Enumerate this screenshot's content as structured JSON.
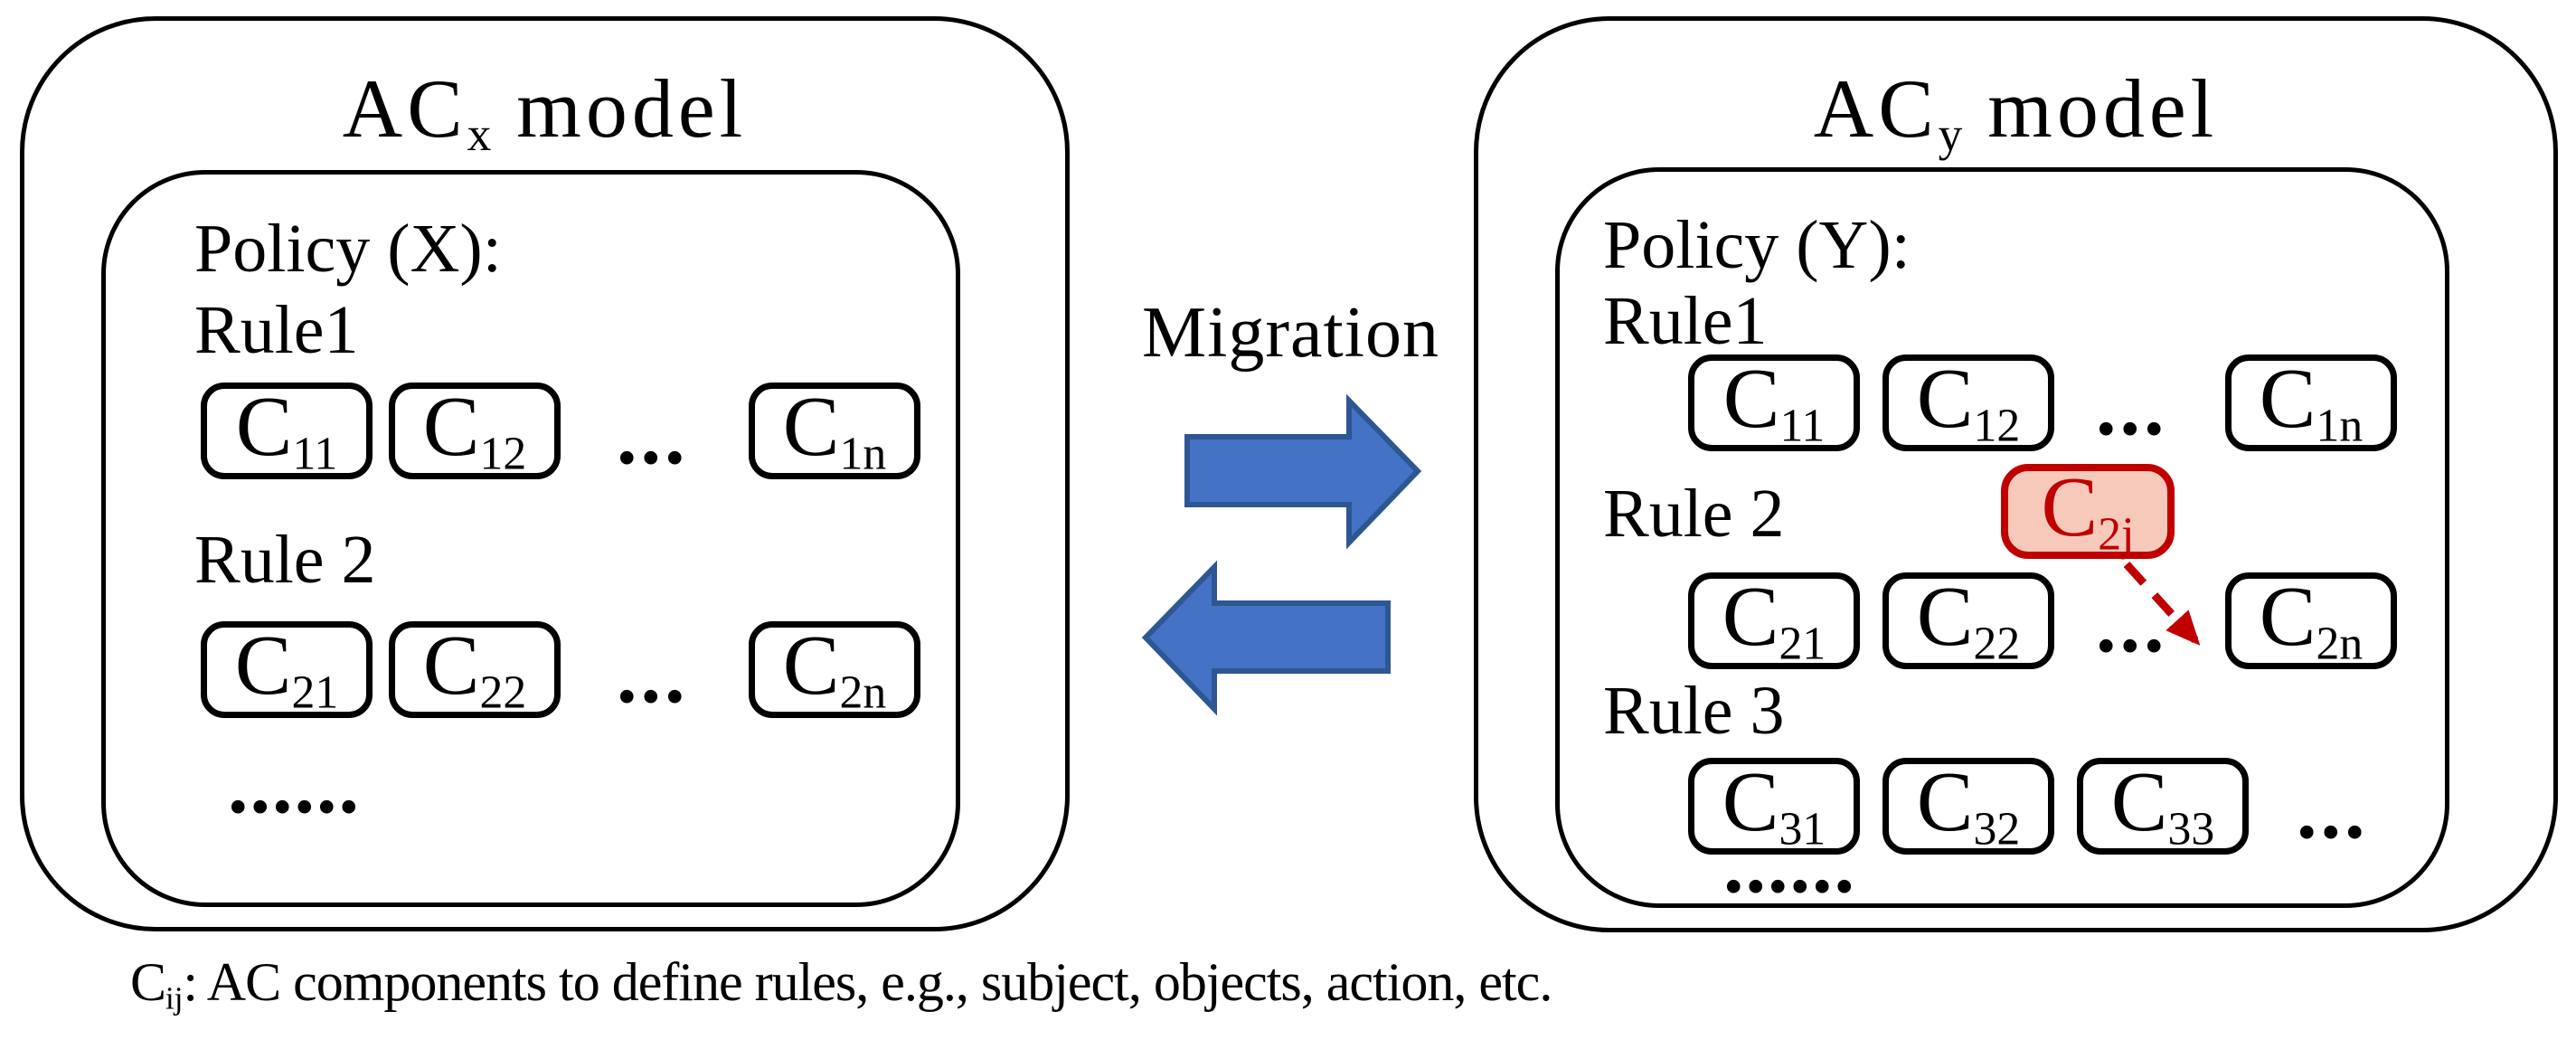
{
  "colors": {
    "outline": "#000000",
    "arrow_fill": "#4472C4",
    "arrow_stroke": "#2E5693",
    "highlight_red": "#C00000",
    "highlight_fill": "#F7C9BA"
  },
  "left_model": {
    "title": {
      "main": "AC",
      "sub": "x",
      "rest": " model"
    },
    "policy_label": "Policy (X):",
    "rule1_label": "Rule1",
    "rule2_label": "Rule 2",
    "row1": [
      {
        "main": "C",
        "sub": "11"
      },
      {
        "main": "C",
        "sub": "12"
      },
      {
        "main": "C",
        "sub": "1n"
      }
    ],
    "row1_dots": "...",
    "row2": [
      {
        "main": "C",
        "sub": "21"
      },
      {
        "main": "C",
        "sub": "22"
      },
      {
        "main": "C",
        "sub": "2n"
      }
    ],
    "row2_dots": "...",
    "ellipsis": "......"
  },
  "migration": {
    "label": "Migration"
  },
  "right_model": {
    "title": {
      "main": "AC",
      "sub": "y",
      "rest": " model"
    },
    "policy_label": "Policy (Y):",
    "rule1_label": "Rule1",
    "rule2_label": "Rule 2",
    "rule3_label": "Rule 3",
    "row1": [
      {
        "main": "C",
        "sub": "11"
      },
      {
        "main": "C",
        "sub": "12"
      },
      {
        "main": "C",
        "sub": "1n"
      }
    ],
    "row1_dots": "...",
    "highlight": {
      "main": "C",
      "sub": "2j"
    },
    "row2": [
      {
        "main": "C",
        "sub": "21"
      },
      {
        "main": "C",
        "sub": "22"
      },
      {
        "main": "C",
        "sub": "2n"
      }
    ],
    "row2_dots": "...",
    "row3": [
      {
        "main": "C",
        "sub": "31"
      },
      {
        "main": "C",
        "sub": "32"
      },
      {
        "main": "C",
        "sub": "33"
      }
    ],
    "row3_dots": "...",
    "ellipsis": "......"
  },
  "caption": {
    "main": "C",
    "sub": "ij",
    "rest": ": AC components to define rules, e.g., subject, objects, action, etc."
  }
}
